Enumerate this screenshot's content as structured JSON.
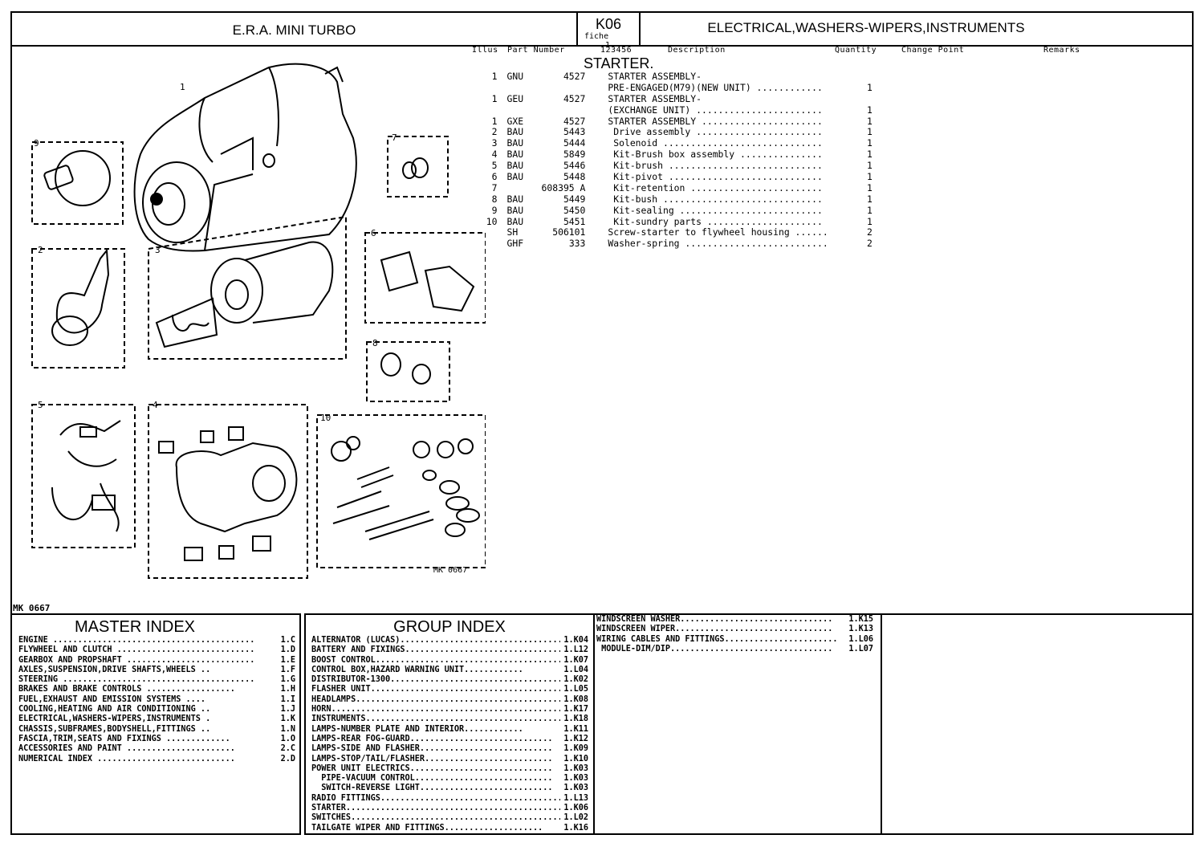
{
  "header": {
    "model": "E.R.A. MINI TURBO",
    "fiche_code": "K06",
    "fiche_label": "fiche",
    "fiche_number": "1",
    "group_title": "ELECTRICAL,WASHERS-WIPERS,INSTRUMENTS"
  },
  "columns": {
    "illus": "Illus",
    "part_number": "Part Number",
    "ref": "123456",
    "description": "Description",
    "quantity": "Quantity",
    "change_point": "Change Point",
    "remarks": "Remarks"
  },
  "section_title": "STARTER.",
  "parts": [
    {
      "illus": "1",
      "prefix": "GNU",
      "number": "4527",
      "desc": "STARTER ASSEMBLY-",
      "qty": ""
    },
    {
      "illus": "",
      "prefix": "",
      "number": "",
      "desc": "PRE-ENGAGED(M79)(NEW UNIT) ............",
      "qty": "1"
    },
    {
      "illus": "1",
      "prefix": "GEU",
      "number": "4527",
      "desc": "STARTER ASSEMBLY-",
      "qty": ""
    },
    {
      "illus": "",
      "prefix": "",
      "number": "",
      "desc": "(EXCHANGE UNIT) .......................",
      "qty": "1"
    },
    {
      "illus": "1",
      "prefix": "GXE",
      "number": "4527",
      "desc": "STARTER ASSEMBLY ......................",
      "qty": "1"
    },
    {
      "illus": "2",
      "prefix": "BAU",
      "number": "5443",
      "desc": " Drive assembly .......................",
      "qty": "1"
    },
    {
      "illus": "3",
      "prefix": "BAU",
      "number": "5444",
      "desc": " Solenoid .............................",
      "qty": "1"
    },
    {
      "illus": "4",
      "prefix": "BAU",
      "number": "5849",
      "desc": " Kit-Brush box assembly ...............",
      "qty": "1"
    },
    {
      "illus": "5",
      "prefix": "BAU",
      "number": "5446",
      "desc": " Kit-brush ............................",
      "qty": "1"
    },
    {
      "illus": "6",
      "prefix": "BAU",
      "number": "5448",
      "desc": " Kit-pivot ............................",
      "qty": "1"
    },
    {
      "illus": "7",
      "prefix": "",
      "number": "608395 A",
      "desc": " Kit-retention ........................",
      "qty": "1"
    },
    {
      "illus": "8",
      "prefix": "BAU",
      "number": "5449",
      "desc": " Kit-bush .............................",
      "qty": "1"
    },
    {
      "illus": "9",
      "prefix": "BAU",
      "number": "5450",
      "desc": " Kit-sealing ..........................",
      "qty": "1"
    },
    {
      "illus": "10",
      "prefix": "BAU",
      "number": "5451",
      "desc": " Kit-sundry parts .....................",
      "qty": "1"
    },
    {
      "illus": "",
      "prefix": "SH",
      "number": "506101",
      "desc": "Screw-starter to flywheel housing ......",
      "qty": "2"
    },
    {
      "illus": "",
      "prefix": "GHF",
      "number": "333",
      "desc": "Washer-spring ..........................",
      "qty": "2"
    }
  ],
  "illustration": {
    "callouts": [
      "1",
      "2",
      "3",
      "4",
      "5",
      "6",
      "7",
      "8",
      "9",
      "10"
    ],
    "ref_inside": "MK 0667",
    "ref_outside": "MK 0667"
  },
  "master_index": {
    "title": "MASTER INDEX",
    "items": [
      {
        "label": "ENGINE .........................................",
        "ref": "1.C"
      },
      {
        "label": "FLYWHEEL AND CLUTCH ............................",
        "ref": "1.D"
      },
      {
        "label": "GEARBOX AND PROPSHAFT ..........................",
        "ref": "1.E"
      },
      {
        "label": "AXLES,SUSPENSION,DRIVE SHAFTS,WHEELS ..",
        "ref": "1.F"
      },
      {
        "label": "STEERING .......................................",
        "ref": "1.G"
      },
      {
        "label": "BRAKES AND BRAKE CONTROLS ..................",
        "ref": "1.H"
      },
      {
        "label": "FUEL,EXHAUST AND EMISSION SYSTEMS ....",
        "ref": "1.I"
      },
      {
        "label": "COOLING,HEATING AND AIR CONDITIONING ..",
        "ref": "1.J"
      },
      {
        "label": "ELECTRICAL,WASHERS-WIPERS,INSTRUMENTS .",
        "ref": "1.K"
      },
      {
        "label": "CHASSIS,SUBFRAMES,BODYSHELL,FITTINGS ..",
        "ref": "1.N"
      },
      {
        "label": "FASCIA,TRIM,SEATS AND FIXINGS .............",
        "ref": "1.O"
      },
      {
        "label": "ACCESSORIES AND PAINT ......................",
        "ref": "2.C"
      },
      {
        "label": "NUMERICAL INDEX ............................",
        "ref": "2.D"
      }
    ]
  },
  "group_index": {
    "title": "GROUP INDEX",
    "items": [
      {
        "label": "ALTERNATOR (LUCAS).................................",
        "ref": "1.K04"
      },
      {
        "label": "BATTERY AND FIXINGS................................",
        "ref": "1.L12"
      },
      {
        "label": "BOOST CONTROL......................................",
        "ref": "1.K07"
      },
      {
        "label": "CONTROL BOX,HAZARD WARNING UNIT............",
        "ref": "1.L04"
      },
      {
        "label": "DISTRIBUTOR-1300...................................",
        "ref": "1.K02"
      },
      {
        "label": "FLASHER UNIT.......................................",
        "ref": "1.L05"
      },
      {
        "label": "HEADLAMPS..........................................",
        "ref": "1.K08"
      },
      {
        "label": "HORN...............................................",
        "ref": "1.K17"
      },
      {
        "label": "INSTRUMENTS........................................",
        "ref": "1.K18"
      },
      {
        "label": "LAMPS-NUMBER PLATE AND INTERIOR............",
        "ref": "1.K11"
      },
      {
        "label": "LAMPS-REAR FOG-GUARD.............................",
        "ref": "1.K12"
      },
      {
        "label": "LAMPS-SIDE AND FLASHER...........................",
        "ref": "1.K09"
      },
      {
        "label": "LAMPS-STOP/TAIL/FLASHER..........................",
        "ref": "1.K10"
      },
      {
        "label": "POWER UNIT ELECTRICS.............................",
        "ref": "1.K03"
      },
      {
        "label": "  PIPE-VACUUM CONTROL............................",
        "ref": "1.K03"
      },
      {
        "label": "  SWITCH-REVERSE LIGHT...........................",
        "ref": "1.K03"
      },
      {
        "label": "RADIO FITTINGS.....................................",
        "ref": "1.L13"
      },
      {
        "label": "STARTER............................................",
        "ref": "1.K06"
      },
      {
        "label": "SWITCHES...........................................",
        "ref": "1.L02"
      },
      {
        "label": "TAILGATE WIPER AND FITTINGS....................",
        "ref": "1.K16"
      }
    ]
  },
  "group_index_cont": {
    "items": [
      {
        "label": "WINDSCREEN WASHER...............................",
        "ref": "1.K15"
      },
      {
        "label": "WINDSCREEN WIPER................................",
        "ref": "1.K13"
      },
      {
        "label": "WIRING CABLES AND FITTINGS.......................",
        "ref": "1.L06"
      },
      {
        "label": " MODULE-DIM/DIP.................................",
        "ref": "1.L07"
      }
    ]
  }
}
